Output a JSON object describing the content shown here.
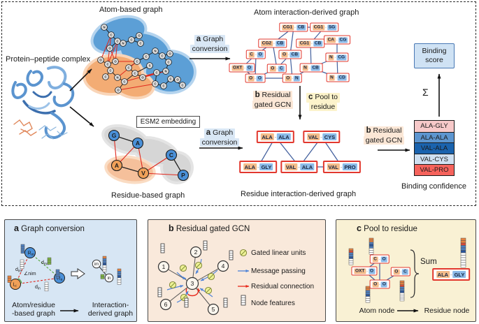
{
  "colors": {
    "accent_red": "#e2382e",
    "edge_navy": "#44619e",
    "contact_red": "#e0281e",
    "token_orange": "#f4bc8a",
    "token_blue": "#8cbbe8",
    "node_blue": "#4a90d8",
    "node_orange": "#f0a058",
    "glu_yellow": "#edf096",
    "message_blue": "#4d83d8",
    "residual_red": "#e8291c",
    "score_fill": "#cfe2f4",
    "bar_palette": {
      "b": "#4d7fc0",
      "w": "#ffffff",
      "g": "#7cb342",
      "o": "#e8833f",
      "n": "#27549c",
      "r": "#d94a35"
    }
  },
  "pipeline": {
    "atom_graph_title": "Atom-based graph",
    "atom_interaction_title": "Atom interaction-derived graph",
    "protein_label": "Protein–peptide complex",
    "esm2_label": "ESM2 embedding",
    "residue_graph_title": "Residue-based graph",
    "residue_interaction_title": "Residue interaction-derived graph",
    "binding_confidence_label": "Binding confidence",
    "binding_score": {
      "line1": "Binding",
      "line2": "score"
    },
    "sigma": "Σ",
    "steps": {
      "conv_top": {
        "letter": "a",
        "line1": "Graph",
        "line2": "conversion"
      },
      "conv_bottom": {
        "letter": "a",
        "line1": "Graph",
        "line2": "conversion"
      },
      "gcn_mid": {
        "letter": "b",
        "line1": "Residual",
        "line2": "gated GCN"
      },
      "pool_mid": {
        "letter": "c",
        "line1": "Pool to",
        "line2": "residue"
      },
      "gcn_right": {
        "letter": "b",
        "line1": "Residual",
        "line2": "gated GCN"
      }
    },
    "atom_graph": {
      "elements": [
        "N",
        "C",
        "C",
        "O",
        "N",
        "C",
        "O",
        "C",
        "O",
        "C",
        "O",
        "C",
        "C",
        "N",
        "C",
        "O",
        "C",
        "C",
        "O",
        "C",
        "C",
        "N",
        "C",
        "O",
        "C",
        "N",
        "C",
        "C",
        "C",
        "C",
        "O",
        "C",
        "S"
      ],
      "bonds": [
        [
          0,
          1
        ],
        [
          1,
          2
        ],
        [
          2,
          3
        ],
        [
          2,
          4
        ],
        [
          4,
          5
        ],
        [
          5,
          6
        ],
        [
          5,
          7
        ],
        [
          8,
          9
        ],
        [
          9,
          10
        ],
        [
          9,
          11
        ],
        [
          11,
          12
        ],
        [
          11,
          13
        ],
        [
          13,
          14
        ],
        [
          14,
          15
        ],
        [
          14,
          17
        ],
        [
          16,
          17
        ],
        [
          17,
          18
        ],
        [
          16,
          19
        ],
        [
          19,
          20
        ],
        [
          20,
          21
        ],
        [
          21,
          22
        ],
        [
          22,
          23
        ],
        [
          22,
          24
        ],
        [
          24,
          25
        ],
        [
          25,
          26
        ],
        [
          26,
          27
        ],
        [
          27,
          28
        ],
        [
          28,
          29
        ],
        [
          29,
          30
        ],
        [
          29,
          31
        ],
        [
          17,
          32
        ]
      ],
      "contacts": [
        [
          1,
          8
        ],
        [
          1,
          9
        ],
        [
          2,
          9
        ],
        [
          2,
          10
        ],
        [
          3,
          10
        ],
        [
          10,
          19
        ],
        [
          13,
          19
        ],
        [
          14,
          26
        ],
        [
          18,
          25
        ],
        [
          18,
          26
        ],
        [
          15,
          27
        ]
      ]
    },
    "atom_interaction_graph": {
      "nodes": [
        {
          "a": "CG1",
          "b": "CB"
        },
        {
          "a": "CG1",
          "b": "SG"
        },
        {
          "a": "CG2",
          "b": "CB"
        },
        {
          "a": "CG1",
          "b": "CB"
        },
        {
          "a": "CA",
          "b": "CG"
        },
        {
          "a": "C",
          "b": "O"
        },
        {
          "a": "O",
          "b": "CB"
        },
        {
          "a": "N",
          "b": "CG"
        },
        {
          "a": "OXT",
          "b": "O"
        },
        {
          "a": "O",
          "b": "C"
        },
        {
          "a": "N",
          "b": "CB"
        },
        {
          "a": "O",
          "b": "O"
        },
        {
          "a": "O",
          "b": "N"
        },
        {
          "a": "N",
          "b": "CD"
        }
      ],
      "edges": [
        [
          0,
          1
        ],
        [
          0,
          2
        ],
        [
          0,
          6
        ],
        [
          1,
          3
        ],
        [
          2,
          5
        ],
        [
          2,
          9
        ],
        [
          3,
          10
        ],
        [
          4,
          7
        ],
        [
          5,
          8
        ],
        [
          5,
          11
        ],
        [
          6,
          9
        ],
        [
          6,
          12
        ],
        [
          7,
          10
        ],
        [
          7,
          13
        ],
        [
          8,
          11
        ],
        [
          9,
          11
        ],
        [
          10,
          12
        ],
        [
          10,
          13
        ],
        [
          11,
          12
        ]
      ]
    },
    "residue_graph": {
      "labels": [
        "G",
        "A",
        "A",
        "V",
        "C",
        "P"
      ],
      "types": [
        "b",
        "b",
        "o",
        "o",
        "b",
        "b"
      ],
      "bonds": [
        [
          0,
          1
        ],
        [
          2,
          3
        ],
        [
          4,
          5
        ]
      ],
      "contacts": [
        [
          0,
          2
        ],
        [
          1,
          2
        ],
        [
          1,
          3
        ],
        [
          3,
          4
        ],
        [
          3,
          5
        ]
      ]
    },
    "residue_interaction_graph": {
      "nodes": [
        {
          "a": "ALA",
          "b": "ALA"
        },
        {
          "a": "VAL",
          "b": "CYS"
        },
        {
          "a": "ALA",
          "b": "GLY"
        },
        {
          "a": "VAL",
          "b": "ALA"
        },
        {
          "a": "VAL",
          "b": "PRO"
        }
      ],
      "edges": [
        [
          0,
          2
        ],
        [
          0,
          3
        ],
        [
          1,
          3
        ],
        [
          1,
          4
        ],
        [
          3,
          4
        ]
      ]
    },
    "confidence_rows": [
      {
        "label": "ALA-GLY",
        "color": "#f7c9c9"
      },
      {
        "label": "ALA-ALA",
        "color": "#5d96d0"
      },
      {
        "label": "VAL-ALA",
        "color": "#1a63ae"
      },
      {
        "label": "VAL-CYS",
        "color": "#cfe0f1"
      },
      {
        "label": "VAL-PRO",
        "color": "#f6635c"
      }
    ]
  },
  "panel_a": {
    "letter": "a",
    "title": "Graph conversion",
    "nodes": [
      {
        "base": "R",
        "sub": "m"
      },
      {
        "base": "R",
        "sub": "n"
      },
      {
        "base": "L",
        "sub": "i"
      }
    ],
    "distances": [
      {
        "base": "d",
        "sub": "im"
      },
      {
        "base": "d",
        "sub": "mn"
      },
      {
        "base": "d",
        "sub": "in"
      }
    ],
    "angle_label": "∠nim",
    "derived_nodes": [
      "im",
      "in"
    ],
    "captions": {
      "left1": "Atom/residue",
      "left2": "-based graph",
      "right1": "Interaction-",
      "right2": "derived graph"
    }
  },
  "panel_b": {
    "letter": "b",
    "title": "Residual gated GCN",
    "node_ids": [
      "1",
      "2",
      "3",
      "4",
      "5",
      "6"
    ],
    "legend": [
      {
        "icon": "gated-linear-unit-icon",
        "label": "Gated linear units"
      },
      {
        "icon": "message-passing-arrow-icon",
        "label": "Message passing"
      },
      {
        "icon": "residual-connection-arrow-icon",
        "label": "Residual connection"
      },
      {
        "icon": "node-features-bar-icon",
        "label": "Node features"
      }
    ]
  },
  "panel_c": {
    "letter": "c",
    "title": "Pool to residue",
    "atom_nodes": [
      {
        "a": "C",
        "b": "O"
      },
      {
        "a": "OXT",
        "b": "O"
      },
      {
        "a": "O",
        "b": "C"
      },
      {
        "a": "O",
        "b": "O"
      }
    ],
    "edges": [
      [
        0,
        1
      ],
      [
        0,
        3
      ],
      [
        1,
        3
      ],
      [
        3,
        2
      ]
    ],
    "sum_label": "Sum",
    "residue_node": {
      "a": "ALA",
      "b": "GLY"
    },
    "captions": {
      "left": "Atom node",
      "right": "Residue node"
    }
  }
}
